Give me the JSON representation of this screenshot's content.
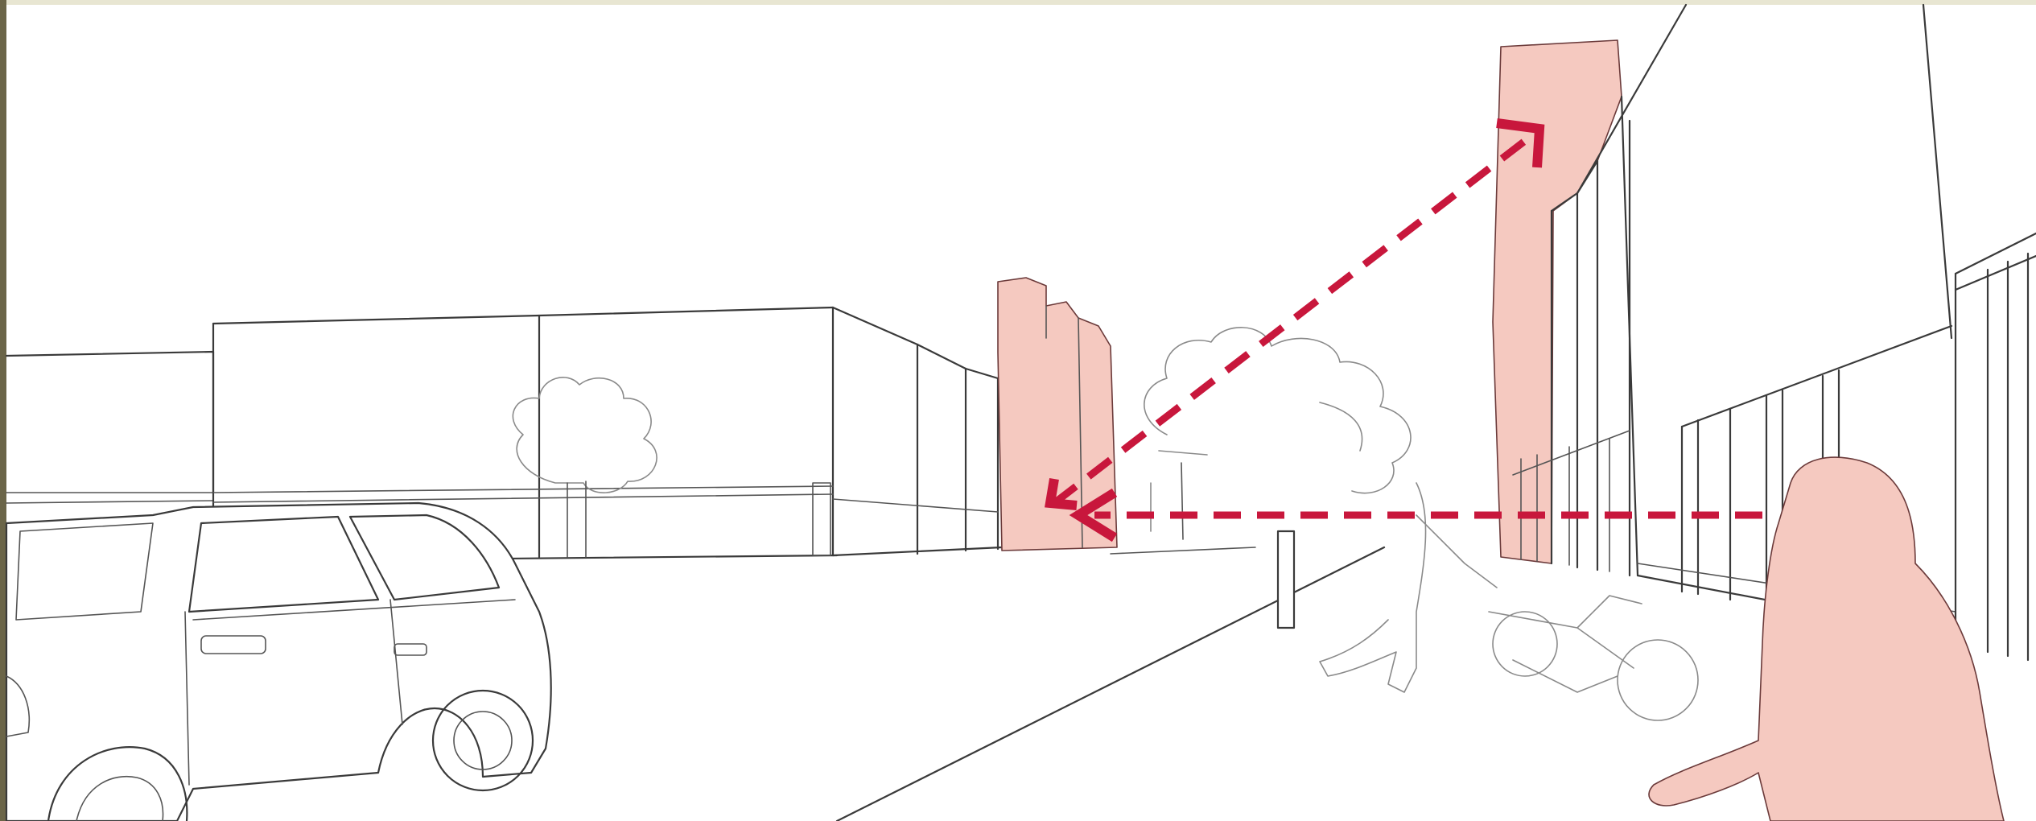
{
  "scene": {
    "colors": {
      "background": "#ffffff",
      "frame_top": "#e8e6d2",
      "frame_left": "#6b6548",
      "linework": "#3a3a3a",
      "highlight_fill": "#f5c9c0",
      "sight_line": "#c8173c"
    },
    "elements": [
      "left-building-block",
      "tree-left",
      "highlighted-tower-center",
      "highlighted-tower-right",
      "right-facade",
      "far-right-building",
      "parked-car",
      "street-edge",
      "bollard",
      "tree-center",
      "cyclist",
      "pedestrian-highlighted"
    ],
    "sight_lines": [
      {
        "from": "pedestrian",
        "to": "highlighted-tower-center",
        "style": "dashed-arrow"
      },
      {
        "from": "highlighted-tower-center",
        "to": "highlighted-tower-right",
        "style": "dashed-double-arrow"
      }
    ]
  }
}
